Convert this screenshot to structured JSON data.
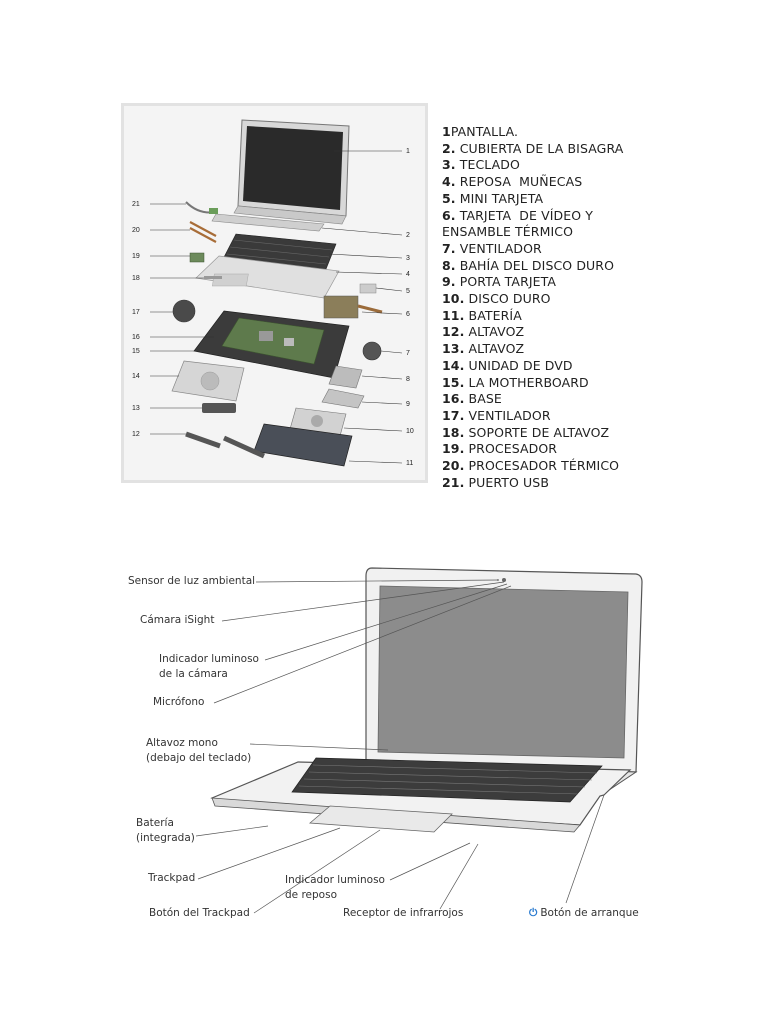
{
  "parts_list": [
    {
      "num": "1",
      "text": "PANTALLA"
    },
    {
      "num": "2.",
      "text": " CUBIERTA DE LA BISAGRA"
    },
    {
      "num": "3.",
      "text": " TECLADO"
    },
    {
      "num": "4.",
      "text": " REPOSA  MUÑECAS"
    },
    {
      "num": "5.",
      "text": " MINI TARJETA"
    },
    {
      "num": "6.",
      "text": " TARJETA  DE VÍDEO Y"
    },
    {
      "num": "",
      "text": "ENSAMBLE TÉRMICO"
    },
    {
      "num": "7.",
      "text": " VENTILADOR"
    },
    {
      "num": "8.",
      "text": " BAHÍA DEL DISCO DURO"
    },
    {
      "num": "9.",
      "text": " PORTA TARJETA"
    },
    {
      "num": "10.",
      "text": " DISCO DURO"
    },
    {
      "num": "11.",
      "text": " BATERÍA"
    },
    {
      "num": "12.",
      "text": " ALTAVOZ"
    },
    {
      "num": "13.",
      "text": " ALTAVOZ"
    },
    {
      "num": "14.",
      "text": " UNIDAD DE DVD"
    },
    {
      "num": "15.",
      "text": " LA MOTHERBOARD"
    },
    {
      "num": "16.",
      "text": " BASE"
    },
    {
      "num": "17.",
      "text": " VENTILADOR"
    },
    {
      "num": "18.",
      "text": " SOPORTE DE ALTAVOZ"
    },
    {
      "num": "19.",
      "text": " PROCESADOR"
    },
    {
      "num": "20.",
      "text": " PROCESADOR TÉRMICO"
    },
    {
      "num": "21.",
      "text": " PUERTO USB"
    }
  ],
  "exploded_callouts": {
    "right": [
      "1",
      "2",
      "3",
      "4",
      "5",
      "6",
      "7",
      "8",
      "9",
      "10",
      "11"
    ],
    "left": [
      "21",
      "20",
      "19",
      "18",
      "17",
      "16",
      "15",
      "14",
      "13",
      "12"
    ]
  },
  "macbook_labels": {
    "sensor": "Sensor de luz ambiental",
    "camera": "Cámara iSight",
    "cam_indicator": "Indicador luminoso\nde la cámara",
    "mic": "Micrófono",
    "speaker": "Altavoz mono\n(debajo del teclado)",
    "battery": "Batería\n(integrada)",
    "trackpad": "Trackpad",
    "trackpad_button": "Botón del Trackpad",
    "sleep_indicator": "Indicador luminoso\nde reposo",
    "ir_receiver": "Receptor de infrarrojos",
    "power_button": "Botón de arranque",
    "power_icon": "⏻"
  },
  "colors": {
    "screen": "#8c8c8c",
    "bezel": "#e6e6e6",
    "outline": "#555555",
    "accent": "#2a7bd0"
  }
}
